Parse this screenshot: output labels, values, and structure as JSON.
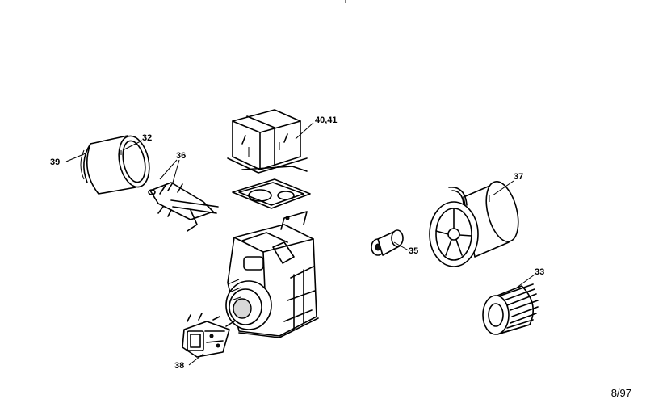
{
  "parts": {
    "p32": "32",
    "p39": "39",
    "p36": "36",
    "p40_41": "40,41",
    "p37": "37",
    "p35": "35",
    "p33": "33",
    "p38": "38"
  },
  "date_code": "8/97",
  "colors": {
    "ink": "#000000",
    "paper": "#ffffff"
  }
}
